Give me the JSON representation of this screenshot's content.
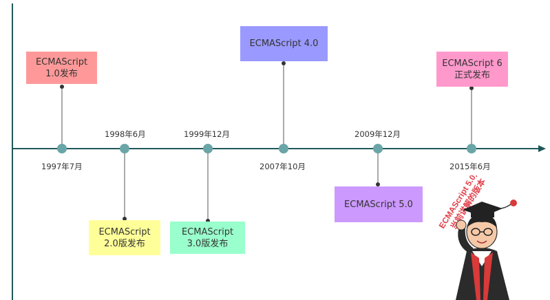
{
  "events": [
    {
      "id": "e1",
      "label_lines": [
        "ECMAScript",
        "1.0发布"
      ],
      "date": "1997年7月",
      "color": "#ff9999"
    },
    {
      "id": "e2",
      "label_lines": [
        "ECMAScript",
        "2.0版发布"
      ],
      "date": "1998年6月",
      "color": "#ffff99"
    },
    {
      "id": "e3",
      "label_lines": [
        "ECMAScript",
        "3.0版发布"
      ],
      "date": "1999年12月",
      "color": "#99ffcc"
    },
    {
      "id": "e4",
      "label_lines": [
        "ECMAScript 4.0"
      ],
      "date": "2007年10月",
      "color": "#9999ff"
    },
    {
      "id": "e5",
      "label_lines": [
        "ECMAScript 5.0"
      ],
      "date": "2009年12月",
      "color": "#cc99ff"
    },
    {
      "id": "e6",
      "label_lines": [
        "ECMAScript 6",
        "正式发布"
      ],
      "date": "2015年6月",
      "color": "#ff99cc"
    }
  ],
  "mascot_caption_lines": [
    "ECMAScript 5.0是",
    "当前讲解的版本"
  ],
  "colors": {
    "axis": "#1e5759",
    "node": "#6aa5a7",
    "connector": "#555555",
    "caption": "#e2404a"
  }
}
